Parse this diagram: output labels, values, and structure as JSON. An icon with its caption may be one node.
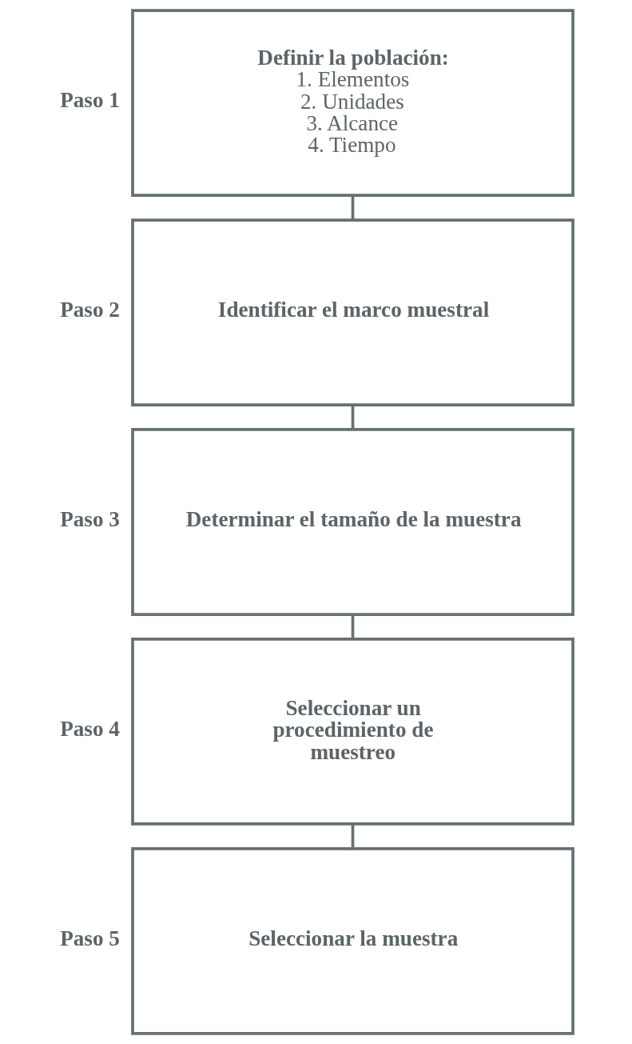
{
  "diagram": {
    "nodes": [
      {
        "text": [
          "Definir la población:",
          "1. Elementos",
          "2. Unidades",
          "3. Alcance",
          "4. Tiempo"
        ],
        "beside": [
          "Paso 1"
        ]
      },
      {
        "text": [
          "Identificar el marco muestral"
        ],
        "beside": [
          "Paso 2"
        ]
      },
      {
        "text": [
          "Determinar el tamaño de la muestra"
        ],
        "beside": [
          "Paso 3"
        ]
      },
      {
        "text": [
          "Seleccionar un procedimiento de muestreo"
        ],
        "beside": [
          "Paso 4"
        ]
      },
      {
        "text": [
          "Seleccionar la muestra"
        ],
        "beside": [
          "Paso 5"
        ]
      }
    ],
    "edges": [
      {
        "from": 0,
        "to": 1,
        "arrow": "none"
      },
      {
        "from": 1,
        "to": 2,
        "arrow": "none"
      },
      {
        "from": 2,
        "to": 3,
        "arrow": "none"
      },
      {
        "from": 3,
        "to": 4,
        "arrow": "none"
      }
    ]
  }
}
